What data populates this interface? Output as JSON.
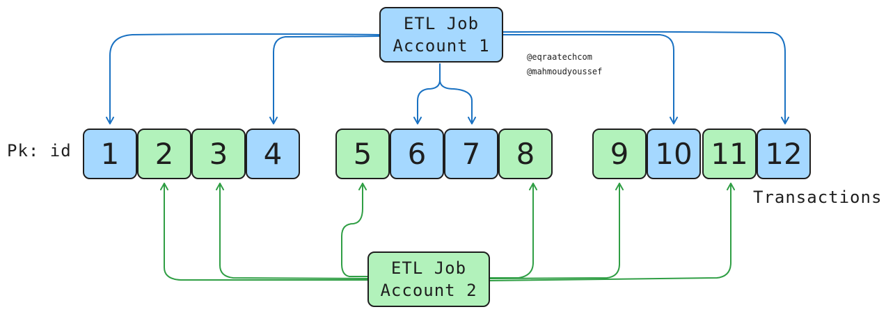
{
  "jobs": {
    "job1": {
      "line1": "ETL Job",
      "line2": "Account 1",
      "color": "#a5d8ff"
    },
    "job2": {
      "line1": "ETL Job",
      "line2": "Account 2",
      "color": "#b2f2bb"
    }
  },
  "labels": {
    "pk": "Pk: id",
    "transactions": "Transactions"
  },
  "handles": [
    "@eqraatechcom",
    "@mahmoudyoussef"
  ],
  "cells": [
    {
      "id": "1",
      "account": 1
    },
    {
      "id": "2",
      "account": 2
    },
    {
      "id": "3",
      "account": 2
    },
    {
      "id": "4",
      "account": 1
    },
    {
      "id": "5",
      "account": 2
    },
    {
      "id": "6",
      "account": 1
    },
    {
      "id": "7",
      "account": 1
    },
    {
      "id": "8",
      "account": 2
    },
    {
      "id": "9",
      "account": 2
    },
    {
      "id": "10",
      "account": 1
    },
    {
      "id": "11",
      "account": 2
    },
    {
      "id": "12",
      "account": 1
    }
  ],
  "colors": {
    "account1_fill": "#a5d8ff",
    "account2_fill": "#b2f2bb",
    "account1_arrow": "#1971c2",
    "account2_arrow": "#2f9e44",
    "stroke": "#1e1e1e"
  }
}
